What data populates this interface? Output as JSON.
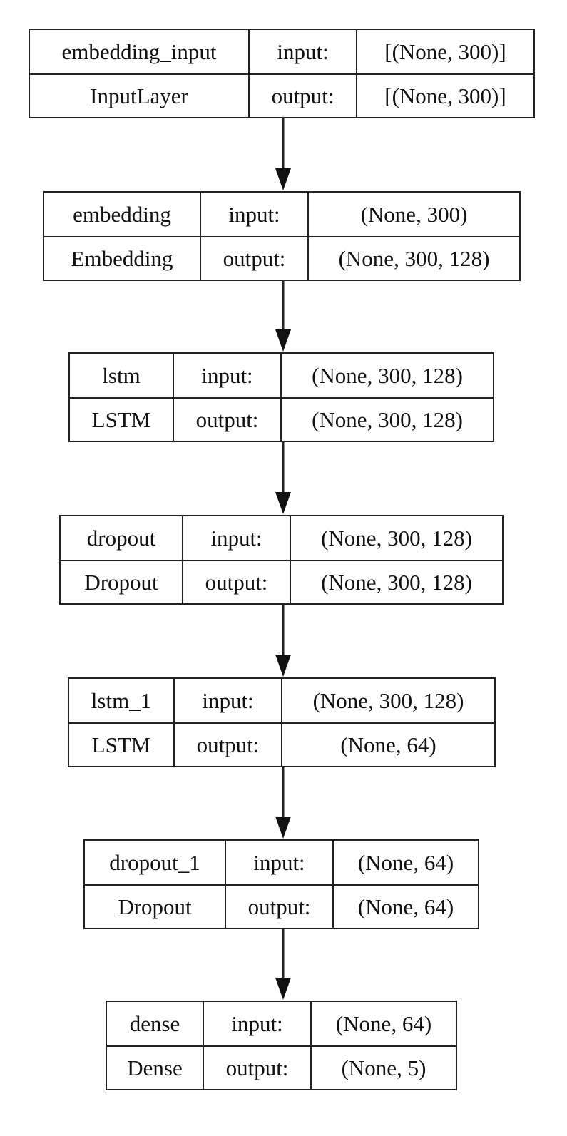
{
  "layers": [
    {
      "name": "embedding_input",
      "type": "InputLayer",
      "input_label": "input:",
      "output_label": "output:",
      "input_shape": "[(None, 300)]",
      "output_shape": "[(None, 300)]"
    },
    {
      "name": "embedding",
      "type": "Embedding",
      "input_label": "input:",
      "output_label": "output:",
      "input_shape": "(None, 300)",
      "output_shape": "(None, 300, 128)"
    },
    {
      "name": "lstm",
      "type": "LSTM",
      "input_label": "input:",
      "output_label": "output:",
      "input_shape": "(None, 300, 128)",
      "output_shape": "(None, 300, 128)"
    },
    {
      "name": "dropout",
      "type": "Dropout",
      "input_label": "input:",
      "output_label": "output:",
      "input_shape": "(None, 300, 128)",
      "output_shape": "(None, 300, 128)"
    },
    {
      "name": "lstm_1",
      "type": "LSTM",
      "input_label": "input:",
      "output_label": "output:",
      "input_shape": "(None, 300, 128)",
      "output_shape": "(None, 64)"
    },
    {
      "name": "dropout_1",
      "type": "Dropout",
      "input_label": "input:",
      "output_label": "output:",
      "input_shape": "(None, 64)",
      "output_shape": "(None, 64)"
    },
    {
      "name": "dense",
      "type": "Dense",
      "input_label": "input:",
      "output_label": "output:",
      "input_shape": "(None, 64)",
      "output_shape": "(None, 5)"
    }
  ],
  "edges": [
    {
      "from": "embedding_input",
      "to": "embedding"
    },
    {
      "from": "embedding",
      "to": "lstm"
    },
    {
      "from": "lstm",
      "to": "dropout"
    },
    {
      "from": "dropout",
      "to": "lstm_1"
    },
    {
      "from": "lstm_1",
      "to": "dropout_1"
    },
    {
      "from": "dropout_1",
      "to": "dense"
    }
  ]
}
